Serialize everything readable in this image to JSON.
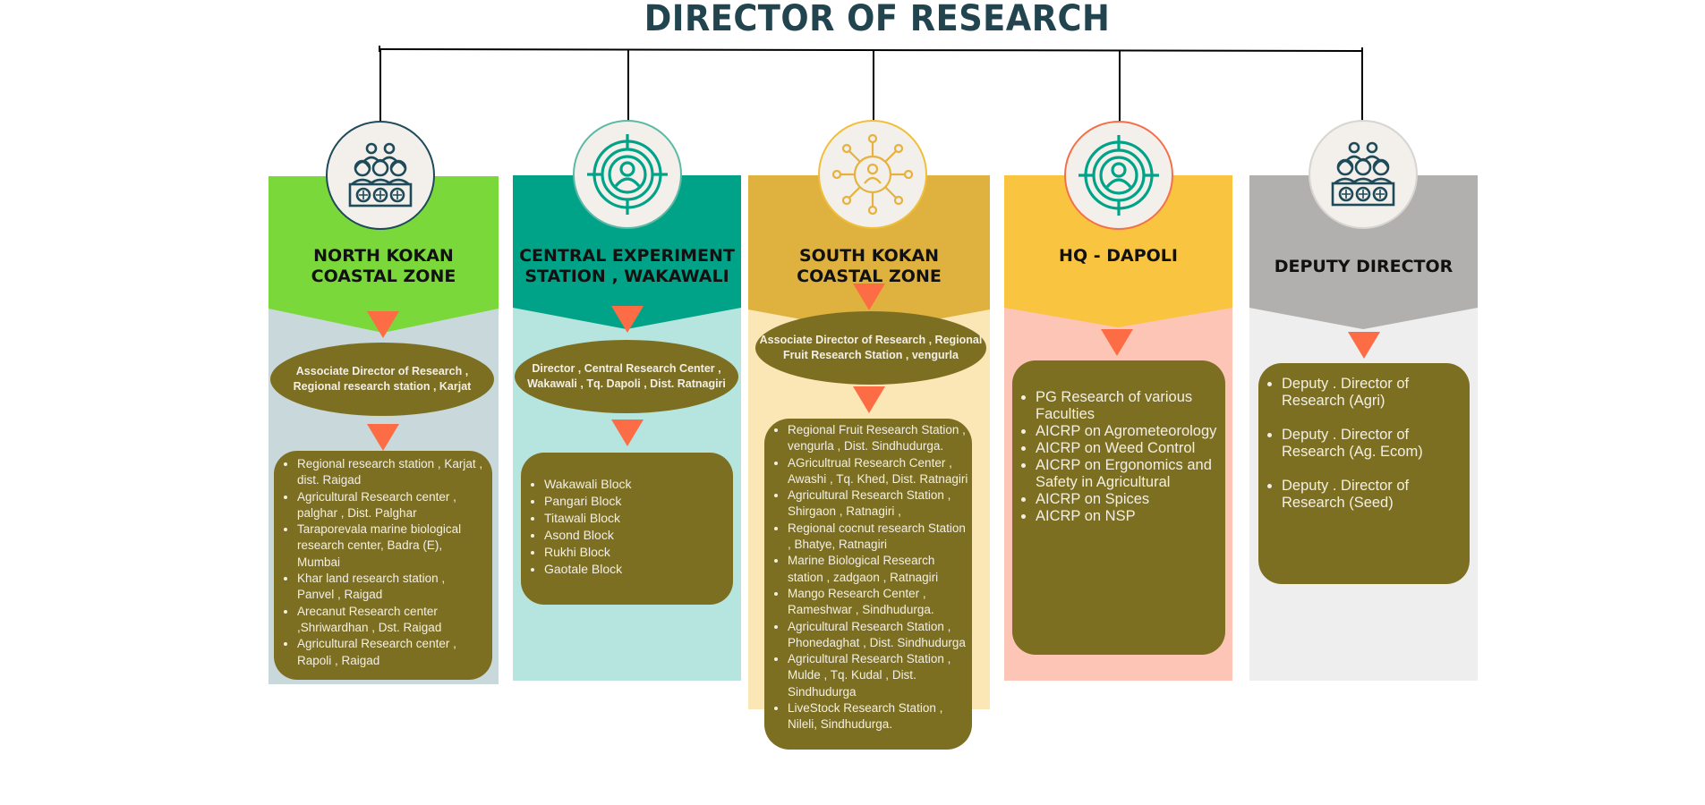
{
  "title": "DIRECTOR OF RESEARCH",
  "colors": {
    "title": "#21444f",
    "accent_triangle": "#fd6d45",
    "box": "#7c6f22",
    "box_text": "#f3efe4"
  },
  "columns": [
    {
      "heading": [
        "NORTH KOKAN",
        "COASTAL ZONE"
      ],
      "icon": "team-panel-icon",
      "header_color": "#7ad83a",
      "body_color": "#c8d8db",
      "circle_border": "#1e4a5a",
      "head_office": "Associate Director of Research , Regional research station , Karjat",
      "items": [
        "Regional research station , Karjat , dist. Raigad",
        "Agricultural Research center , palghar , Dist. Palghar",
        "Taraporevala  marine biological research center, Badra (E), Mumbai",
        "Khar land research station , Panvel , Raigad",
        "Arecanut Research center ,Shriwardhan , Dst. Raigad",
        "Agricultural Research center , Rapoli , Raigad"
      ]
    },
    {
      "heading": [
        "CENTRAL EXPERIMENT",
        "STATION , WAKAWALI"
      ],
      "icon": "target-person-icon",
      "header_color": "#00a387",
      "body_color": "#b6e4de",
      "circle_border": "#3aa992",
      "head_office": "Director , Central Research Center , Wakawali , Tq. Dapoli , Dist. Ratnagiri",
      "items": [
        "Wakawali Block",
        "Pangari Block",
        "Titawali Block",
        "Asond Block",
        "Rukhi Block",
        "Gaotale Block"
      ]
    },
    {
      "heading": [
        "SOUTH KOKAN",
        "COASTAL ZONE"
      ],
      "icon": "network-person-icon",
      "header_color": "#dfb13f",
      "body_color": "#fbe6b6",
      "circle_border": "#f0bf3a",
      "head_office": "Associate Director of Research , Regional Fruit Research Station , vengurla",
      "items": [
        "Regional Fruit Research Station , vengurla , Dist. Sindhudurga.",
        "AGricultrual Research Center , Awashi , Tq. Khed, Dist. Ratnagiri",
        "Agricultural Research Station , Shirgaon , Ratnagiri ,",
        "Regional cocnut research Station , Bhatye, Ratnagiri",
        "Marine Biological Research station , zadgaon , Ratnagiri",
        "Mango Research Center , Rameshwar , Sindhudurga.",
        "Agricultural Research Station , Phonedaghat ,  Dist. Sindhudurga",
        "Agricultural Research Station , Mulde , Tq. Kudal , Dist. Sindhudurga",
        "LiveStock Research Station , Nileli, Sindhudurga."
      ]
    },
    {
      "heading": [
        "HQ - DAPOLI"
      ],
      "icon": "target-person-icon",
      "header_color": "#f9c440",
      "body_color": "#fdc5b5",
      "circle_border": "#f4704b",
      "items": [
        "PG Research of various Faculties",
        "AICRP on Agrometeorology",
        "AICRP on Weed Control",
        "AICRP on Ergonomics and Safety in Agricultural",
        "AICRP on Spices",
        "AICRP on NSP"
      ]
    },
    {
      "heading": [
        "DEPUTY DIRECTOR"
      ],
      "icon": "team-panel-icon",
      "header_color": "#b1b0ae",
      "body_color": "#eeeeee",
      "circle_border": "#d6d5d2",
      "items": [
        "Deputy . Director of Research (Agri)",
        "Deputy . Director of Research (Ag. Ecom)",
        "Deputy . Director of Research (Seed)"
      ]
    }
  ]
}
